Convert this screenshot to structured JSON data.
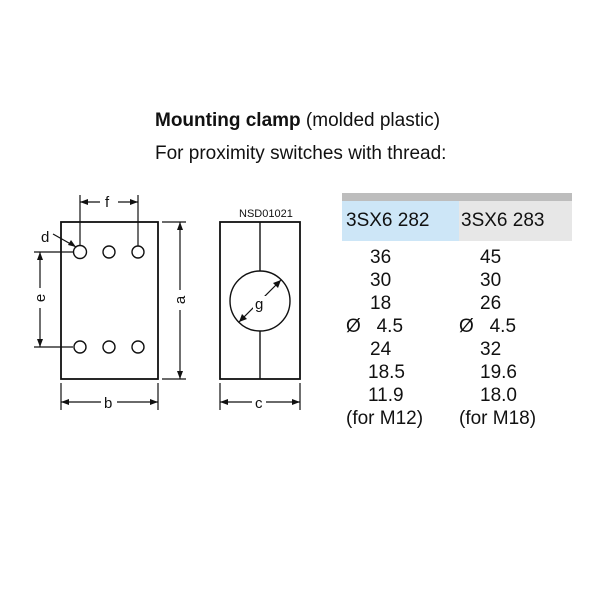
{
  "heading": {
    "title_bold": "Mounting clamp",
    "title_rest": " (molded plastic)",
    "subtitle": "For proximity switches with thread:"
  },
  "diagram": {
    "drawing_code": "NSD01021",
    "dim_labels": {
      "a": "a",
      "b": "b",
      "c": "c",
      "d": "d",
      "e": "e",
      "f": "f",
      "g": "g"
    }
  },
  "table": {
    "columns": [
      "3SX6 282",
      "3SX6 283"
    ],
    "rows": [
      [
        "36",
        "45"
      ],
      [
        "30",
        "30"
      ],
      [
        "18",
        "26"
      ],
      [
        "Ø   4.5",
        "Ø   4.5"
      ],
      [
        "24",
        "32"
      ],
      [
        "18.5",
        "19.6"
      ],
      [
        "11.9",
        "18.0"
      ],
      [
        "(for M12)",
        "(for M18)"
      ]
    ],
    "colors": {
      "header_highlight": "#cde6f7",
      "header_plain": "#e7e7e7",
      "top_rule": "#bdbdbd"
    }
  }
}
